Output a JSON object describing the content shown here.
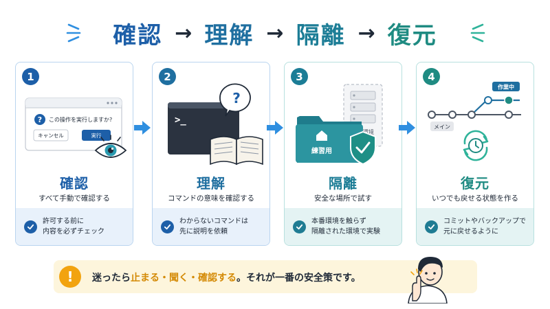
{
  "header": {
    "words": [
      "確認",
      "理解",
      "隔離",
      "復元"
    ],
    "arrow": "→"
  },
  "cards": [
    {
      "number": "1",
      "title": "確認",
      "subtitle": "すべて手動で確認する",
      "footer": [
        "許可する前に",
        "内容を必ずチェック"
      ],
      "dialog": {
        "question": "この操作を実行しますか?",
        "cancel": "キャンセル",
        "run": "実行"
      }
    },
    {
      "number": "2",
      "title": "理解",
      "subtitle": "コマンドの意味を確認する",
      "footer": [
        "わからないコマンドは",
        "先に説明を依頼"
      ],
      "terminal_prompt": ">_",
      "bubble": "?"
    },
    {
      "number": "3",
      "title": "隔離",
      "subtitle": "安全な場所で試す",
      "footer": [
        "本番環境を触らず",
        "隔離された環境で実験"
      ],
      "folder_label": "練習用",
      "server_label": "本番環境"
    },
    {
      "number": "4",
      "title": "復元",
      "subtitle": "いつでも戻せる状態を作る",
      "footer": [
        "コミットやバックアップで",
        "元に戻せるように"
      ],
      "branch_tag": "作業中",
      "main_tag": "メイン"
    }
  ],
  "banner": {
    "prefix": "迷ったら",
    "highlight": "止まる・聞く・確認する",
    "suffix": "。それが一番の安全策です。",
    "icon": "!"
  },
  "colors": {
    "blue": "#1d5fa8",
    "teal": "#1f8b82",
    "arrow_blue": "#2f8fe0",
    "warning": "#f2a30f",
    "banner_bg": "#fdf5dc"
  }
}
